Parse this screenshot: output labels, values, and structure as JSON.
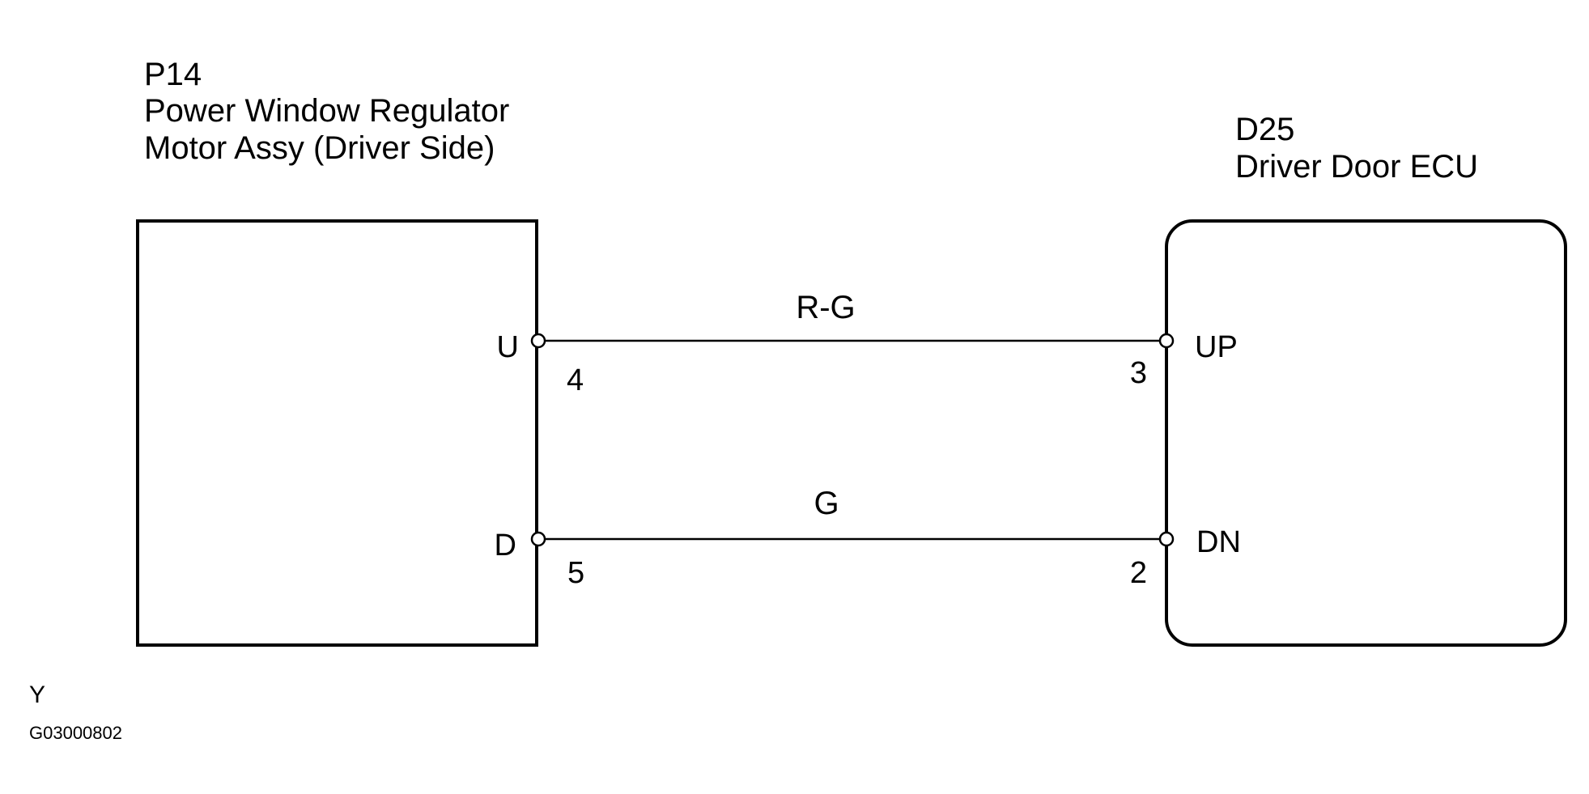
{
  "components": {
    "left": {
      "code": "P14",
      "name_line1": "Power Window Regulator",
      "name_line2": "Motor Assy (Driver Side)",
      "terminals": {
        "u_label": "U",
        "u_pin": "4",
        "d_label": "D",
        "d_pin": "5"
      }
    },
    "right": {
      "code": "D25",
      "name_line1": "Driver Door ECU",
      "terminals": {
        "up_label": "UP",
        "up_pin": "3",
        "dn_label": "DN",
        "dn_pin": "2"
      }
    }
  },
  "wires": {
    "upper_color": "R-G",
    "lower_color": "G"
  },
  "footer": {
    "letter": "Y",
    "figure_id": "G03000802"
  },
  "colors": {
    "line": "#000000",
    "background": "#ffffff"
  }
}
